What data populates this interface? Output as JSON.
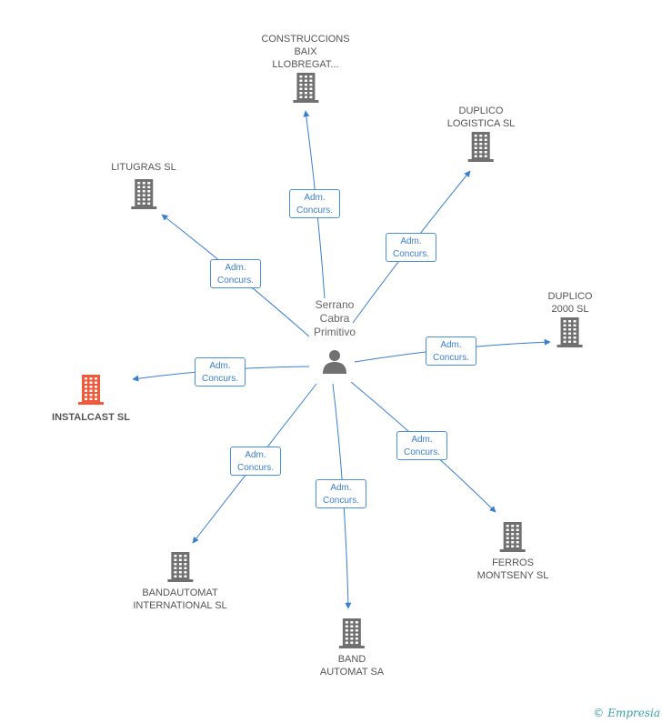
{
  "colors": {
    "edge": "#3a7fcf",
    "building": "#707070",
    "building_highlight": "#f05a3a",
    "text": "#555555"
  },
  "center": {
    "name": "Serrano\nCabra\nPrimitivo",
    "icon": "person-icon"
  },
  "companies": [
    {
      "id": "construccions",
      "name": "CONSTRUCCIONS\nBAIX\nLLOBREGAT...",
      "highlight": false
    },
    {
      "id": "duplico-logistica",
      "name": "DUPLICO\nLOGISTICA SL",
      "highlight": false
    },
    {
      "id": "litugras",
      "name": "LITUGRAS SL",
      "highlight": false
    },
    {
      "id": "duplico-2000",
      "name": "DUPLICO\n2000 SL",
      "highlight": false
    },
    {
      "id": "instalcast",
      "name": "INSTALCAST SL",
      "highlight": true
    },
    {
      "id": "ferros",
      "name": "FERROS\nMONTSENY SL",
      "highlight": false
    },
    {
      "id": "bandautomat",
      "name": "BANDAUTOMAT\nINTERNATIONAL SL",
      "highlight": false
    },
    {
      "id": "band-automat",
      "name": "BAND\nAUTOMAT SA",
      "highlight": false
    }
  ],
  "relation": {
    "line1": "Adm.",
    "line2": "Concurs."
  },
  "footer": {
    "copyright": "©",
    "brand": "Empresia"
  }
}
